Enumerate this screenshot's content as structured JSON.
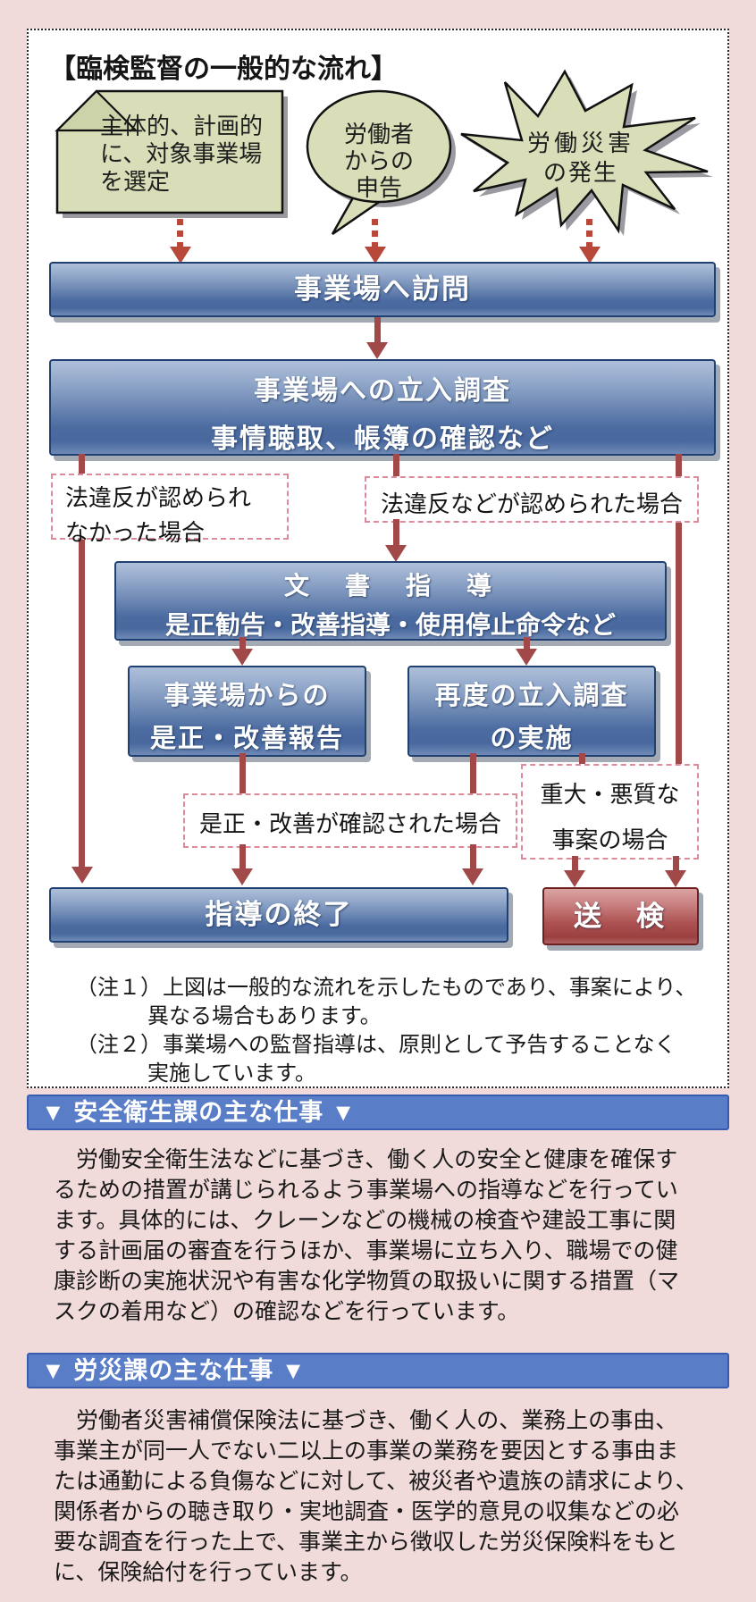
{
  "colors": {
    "page_bg": "#f1dada",
    "bar_blue": "#5d7db2",
    "bar_border": "#1f4070",
    "prosecution_red": "#a84f4f",
    "arrow_red": "#a14848",
    "dotted_arrow_red": "#b8483a",
    "dashed_box_border": "#dd8a9b",
    "shape_green": "#d9deb8",
    "header_blue": "#597dc7"
  },
  "flow": {
    "title": "【臨検監督の一般的な流れ】",
    "note": {
      "l1": "主体的、計画的",
      "l2": "に、対象事業場",
      "l3": "を選定"
    },
    "bubble": {
      "l1": "労働者",
      "l2": "からの",
      "l3": "申告"
    },
    "burst": {
      "l1": "労働災害",
      "l2": "の発生"
    },
    "visit_bar": "事業場へ訪問",
    "inspect_bar": {
      "l1": "事業場への立入調査",
      "l2": "事情聴取、帳簿の確認など"
    },
    "no_violation_box": {
      "l1": "法違反が認められ",
      "l2": "なかった場合"
    },
    "violation_box": "法違反などが認められた場合",
    "document_bar": {
      "l1": "文　書　指　導",
      "l2": "是正勧告・改善指導・使用停止命令など"
    },
    "report_box": {
      "l1": "事業場からの",
      "l2": "是正・改善報告"
    },
    "reinspect_box": {
      "l1": "再度の立入調査",
      "l2": "の実施"
    },
    "confirmed_box": "是正・改善が確認された場合",
    "serious_box": {
      "l1": "重大・悪質な",
      "l2": "事案の場合"
    },
    "end_bar": "指導の終了",
    "prosecute_box": "送　検",
    "note1_label": "（注１）",
    "note1_l1": "上図は一般的な流れを示したものであり、事案により、",
    "note1_l2": "異なる場合もあります。",
    "note2_label": "（注２）",
    "note2_l1": "事業場への監督指導は、原則として予告することなく",
    "note2_l2": "実施しています。"
  },
  "safety_section": {
    "title": "▼ 安全衛生課の主な仕事 ▼",
    "lines": [
      "　労働安全衛生法などに基づき、働く人の安全と健康を確保す",
      "るための措置が講じられるよう事業場への指導などを行ってい",
      "ます。具体的には、クレーンなどの機械の検査や建設工事に関",
      "する計画届の審査を行うほか、事業場に立ち入り、職場での健",
      "康診断の実施状況や有害な化学物質の取扱いに関する措置（マ",
      "スクの着用など）の確認などを行っています。"
    ]
  },
  "rosai_section": {
    "title": "▼ 労災課の主な仕事 ▼",
    "lines": [
      "　労働者災害補償保険法に基づき、働く人の、業務上の事由、",
      "事業主が同一人でない二以上の事業の業務を要因とする事由ま",
      "たは通勤による負傷などに対して、被災者や遺族の請求により、",
      "関係者からの聴き取り・実地調査・医学的意見の収集などの必",
      "要な調査を行った上で、事業主から徴収した労災保険料をもと",
      "に、保険給付を行っています。"
    ]
  }
}
